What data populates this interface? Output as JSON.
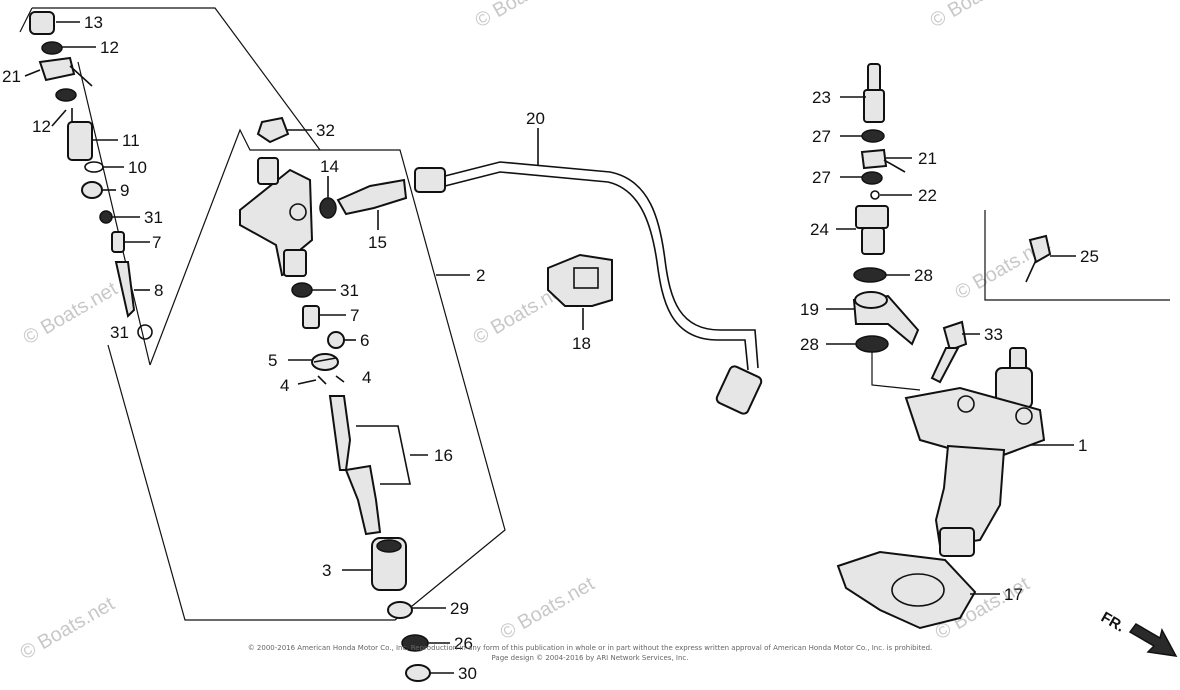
{
  "watermark": "© Boats.net",
  "copyright": {
    "line1": "© 2000-2016 American Honda Motor Co., Inc. Reproduction in any form of this publication in whole or in part without the express written approval of American Honda Motor Co., Inc. is prohibited.",
    "line2": "Page design © 2004-2016 by ARI Network Services, Inc."
  },
  "direction_label": "FR.",
  "callouts": {
    "c13": "13",
    "c12a": "12",
    "c21a": "21",
    "c12b": "12",
    "c11": "11",
    "c10": "10",
    "c9": "9",
    "c31a": "31",
    "c7a": "7",
    "c8": "8",
    "c31b": "31",
    "c32": "32",
    "c14": "14",
    "c15": "15",
    "c2": "2",
    "c31c": "31",
    "c7b": "7",
    "c6": "6",
    "c5": "5",
    "c4a": "4",
    "c4b": "4",
    "c16": "16",
    "c3": "3",
    "c29": "29",
    "c26": "26",
    "c30": "30",
    "c20": "20",
    "c18": "18",
    "c23": "23",
    "c27a": "27",
    "c21b": "21",
    "c27b": "27",
    "c22": "22",
    "c24": "24",
    "c28a": "28",
    "c19": "19",
    "c28b": "28",
    "c25": "25",
    "c33": "33",
    "c1": "1",
    "c17": "17"
  }
}
